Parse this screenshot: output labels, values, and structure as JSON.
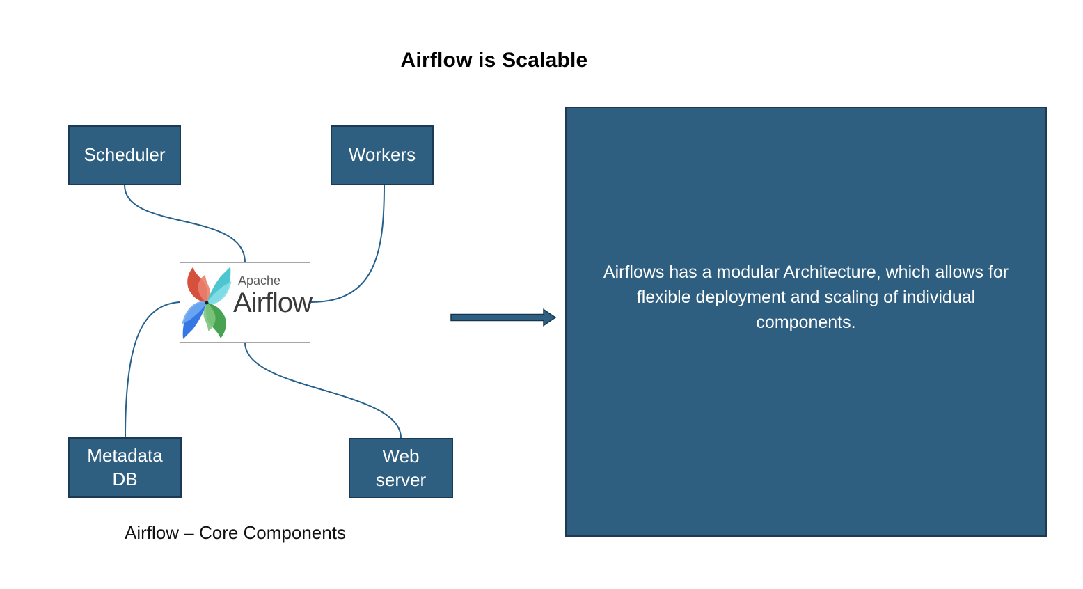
{
  "title": "Airflow is Scalable",
  "diagram": {
    "caption": "Airflow – Core Components",
    "logo": {
      "brand": "Apache",
      "product": "Airflow"
    },
    "nodes": {
      "scheduler": {
        "label": "Scheduler"
      },
      "workers": {
        "label": "Workers"
      },
      "metadata_db": {
        "line1": "Metadata",
        "line2": "DB"
      },
      "web_server": {
        "line1": "Web",
        "line2": "server"
      }
    }
  },
  "panel": {
    "text": "Airflows has a modular Architecture, which allows for flexible deployment and scaling of individual components."
  },
  "colors": {
    "node_fill": "#2E5F80",
    "node_border": "#1B3A55",
    "node_text": "#FFFFFF",
    "connector": "#25618C",
    "arrow_fill": "#2E5F80",
    "arrow_border": "#17344D",
    "panel_fill": "#2E5F80",
    "panel_border": "#1E3A52",
    "panel_text": "#FFFFFF",
    "title_text": "#000000",
    "caption_text": "#111111",
    "logo_box_border": "#A6A6A6",
    "logo_apache_text": "#58595B",
    "logo_airflow_text": "#3A3A3C",
    "logo_center_dot": "#222222",
    "logo_red": "#D6503E",
    "logo_red_light": "#E97F6C",
    "logo_cyan": "#4EC6CF",
    "logo_cyan_light": "#85DEE6",
    "logo_blue": "#3578E5",
    "logo_blue_light": "#6FA8F2",
    "logo_green": "#47A351",
    "logo_green_light": "#7CC47F"
  }
}
